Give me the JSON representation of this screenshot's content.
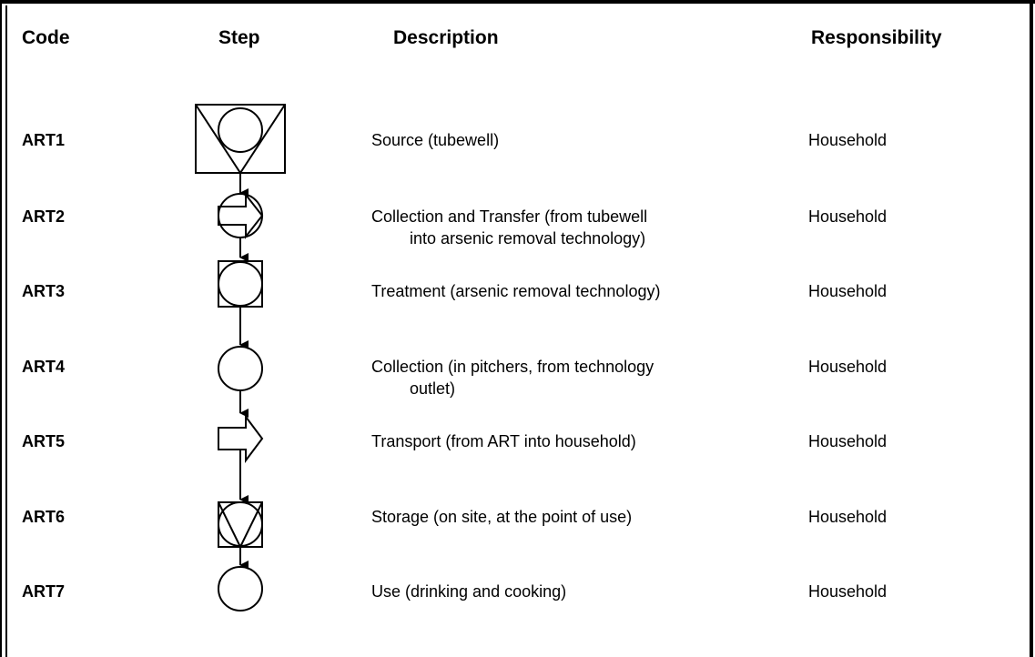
{
  "headers": {
    "code": "Code",
    "step": "Step",
    "description": "Description",
    "responsibility": "Responsibility"
  },
  "rows": [
    {
      "code": "ART1",
      "description": "Source (tubewell)",
      "description_cont": "",
      "responsibility": "Household"
    },
    {
      "code": "ART2",
      "description": "Collection and Transfer (from tubewell",
      "description_cont": "into arsenic removal technology)",
      "responsibility": "Household"
    },
    {
      "code": "ART3",
      "description": "Treatment (arsenic removal technology)",
      "description_cont": "",
      "responsibility": "Household"
    },
    {
      "code": "ART4",
      "description": "Collection (in pitchers, from technology",
      "description_cont": "outlet)",
      "responsibility": "Household"
    },
    {
      "code": "ART5",
      "description": "Transport (from ART into household)",
      "description_cont": "",
      "responsibility": "Household"
    },
    {
      "code": "ART6",
      "description": "Storage (on site, at the point of use)",
      "description_cont": "",
      "responsibility": "Household"
    },
    {
      "code": "ART7",
      "description": "Use (drinking and cooking)",
      "description_cont": "",
      "responsibility": "Household"
    }
  ]
}
